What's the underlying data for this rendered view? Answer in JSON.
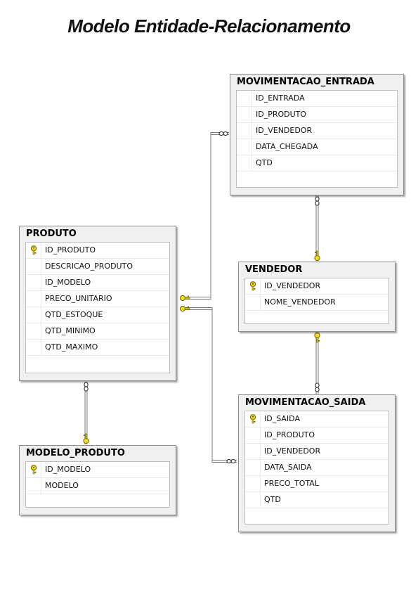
{
  "page": {
    "title": "Modelo Entidade-Relacionamento"
  },
  "entities": {
    "movimentacao_entrada": {
      "name": "MOVIMENTACAO_ENTRADA",
      "columns": [
        "ID_ENTRADA",
        "ID_PRODUTO",
        "ID_VENDEDOR",
        "DATA_CHEGADA",
        "QTD"
      ],
      "keys": []
    },
    "produto": {
      "name": "PRODUTO",
      "columns": [
        "ID_PRODUTO",
        "DESCRICAO_PRODUTO",
        "ID_MODELO",
        "PRECO_UNITARIO",
        "QTD_ESTOQUE",
        "QTD_MINIMO",
        "QTD_MAXIMO"
      ],
      "keys": [
        "ID_PRODUTO"
      ]
    },
    "vendedor": {
      "name": "VENDEDOR",
      "columns": [
        "ID_VENDEDOR",
        "NOME_VENDEDOR"
      ],
      "keys": [
        "ID_VENDEDOR"
      ]
    },
    "movimentacao_saida": {
      "name": "MOVIMENTACAO_SAIDA",
      "columns": [
        "ID_SAIDA",
        "ID_PRODUTO",
        "ID_VENDEDOR",
        "DATA_SAIDA",
        "PRECO_TOTAL",
        "QTD"
      ],
      "keys": [
        "ID_SAIDA"
      ]
    },
    "modelo_produto": {
      "name": "MODELO_PRODUTO",
      "columns": [
        "ID_MODELO",
        "MODELO"
      ],
      "keys": [
        "ID_MODELO"
      ]
    }
  },
  "relationships": [
    {
      "one": "produto",
      "many": "movimentacao_entrada"
    },
    {
      "one": "produto",
      "many": "movimentacao_saida"
    },
    {
      "one": "vendedor",
      "many": "movimentacao_entrada"
    },
    {
      "one": "vendedor",
      "many": "movimentacao_saida"
    },
    {
      "one": "modelo_produto",
      "many": "produto"
    }
  ],
  "colors": {
    "key": "#f2dd1c",
    "key_stroke": "#6b5d00",
    "connector": "#7a7a7a"
  },
  "icons": {
    "key": "key-icon",
    "one_end": "key-icon",
    "many_end": "infinity-icon"
  }
}
